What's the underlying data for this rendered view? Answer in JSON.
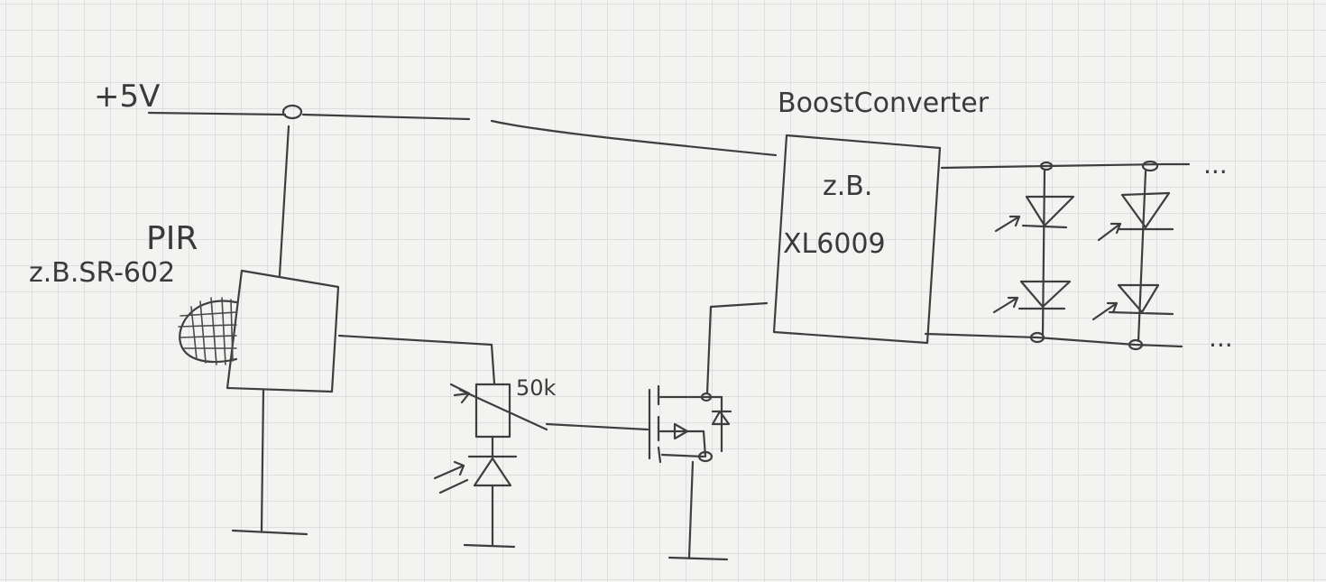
{
  "labels": {
    "supply": "+5V",
    "boost_title": "BoostConverter",
    "boost_example": "z.B.",
    "boost_model": "XL6009",
    "pir": "PIR",
    "pir_model": "z.B.SR-602",
    "pot_value": "50k",
    "continue_top": "...",
    "continue_bottom": "..."
  },
  "colors": {
    "paper": "#f3f3f1",
    "grid": "#cfd2d3",
    "ink": "#3e3e3e"
  }
}
